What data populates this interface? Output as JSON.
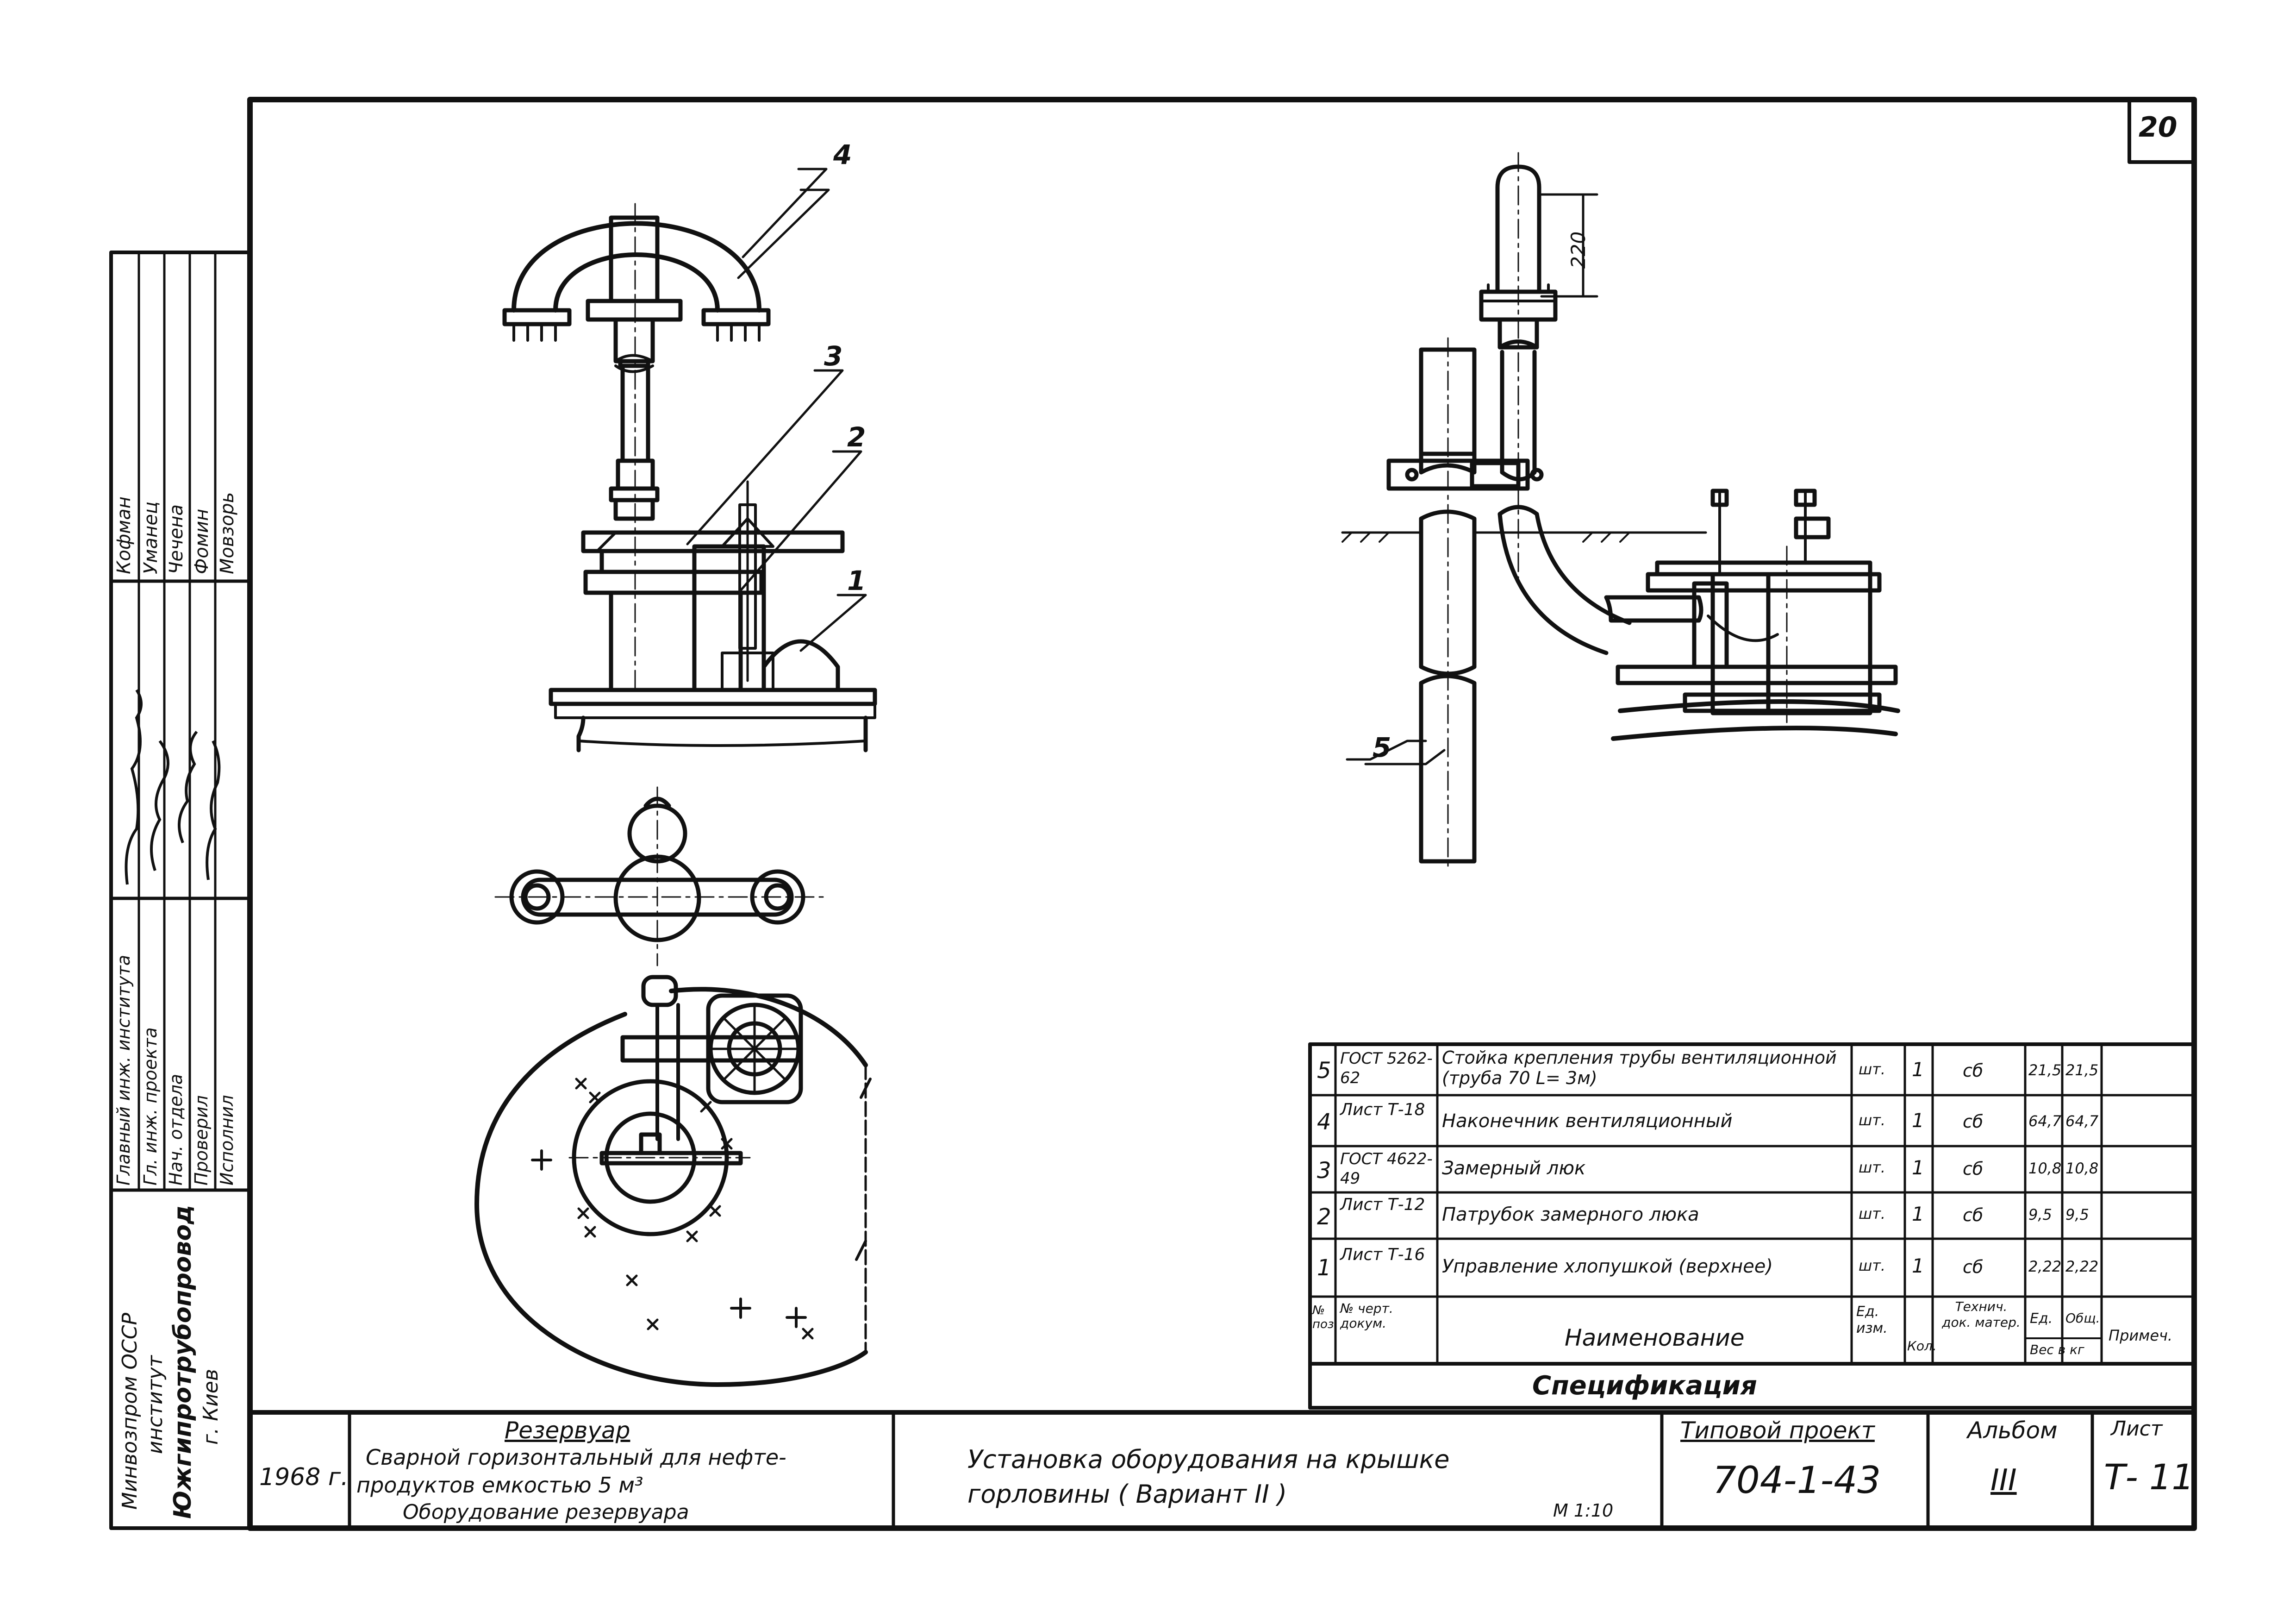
{
  "sheet_number": "20",
  "side_stamp": {
    "org": [
      "Минвозпром ОССР",
      "институт",
      "Южгипротрубопровод",
      "г. Киев"
    ],
    "roles": [
      "Главный инж. института",
      "Гл. инж. проекта",
      "Нач. отдела",
      "Проверил",
      "Исполнил"
    ],
    "names": [
      "Кофман",
      "Уманец",
      "Чечена",
      "Фомин",
      "Мовзорь"
    ]
  },
  "callouts": [
    "1",
    "2",
    "3",
    "4",
    "5"
  ],
  "dimension_label": "220",
  "spec_table": {
    "title": "Спецификация",
    "rows": [
      {
        "pos": "5",
        "doc": "ГОСТ 5262-62",
        "name": "Стойка крепления трубы вентиляционной (труба 70 L= 3м)",
        "unit": "шт.",
        "qty": "1",
        "tech": "сб",
        "w1": "21,5",
        "w2": "21,5"
      },
      {
        "pos": "4",
        "doc": "Лист Т-18",
        "name": "Наконечник вентиляционный",
        "unit": "шт.",
        "qty": "1",
        "tech": "сб",
        "w1": "64,7",
        "w2": "64,7"
      },
      {
        "pos": "3",
        "doc": "ГОСТ 4622-49",
        "name": "Замерный люк",
        "unit": "шт.",
        "qty": "1",
        "tech": "сб",
        "w1": "10,8",
        "w2": "10,8"
      },
      {
        "pos": "2",
        "doc": "Лист Т-12",
        "name": "Патрубок замерного люка",
        "unit": "шт.",
        "qty": "1",
        "tech": "сб",
        "w1": "9,5",
        "w2": "9,5"
      },
      {
        "pos": "1",
        "doc": "Лист Т-16",
        "name": "Управление хлопушкой (верхнее)",
        "unit": "шт.",
        "qty": "1",
        "tech": "сб",
        "w1": "2,22",
        "w2": "2,22"
      }
    ],
    "header": {
      "pos": "№ поз.",
      "doc": "№ черт. докум.",
      "name": "Наименование",
      "unit": "Ед. изм.",
      "qty": "Кол.",
      "tech": "Технич. док. матер.",
      "w": "Вес в кг",
      "w_sub": [
        "Ед.",
        "Общ."
      ],
      "note": "Примеч."
    }
  },
  "title_block": {
    "year": "1968 г.",
    "object": "Резервуар",
    "object_desc": [
      "Сварной горизонтальный для нефте-",
      "продуктов емкостью 5 м³",
      "Оборудование резервуара"
    ],
    "drawing_title": [
      "Установка оборудования на крышке",
      "горловины ( Вариант II )"
    ],
    "scale": "М 1:10",
    "project_label": "Типовой проект",
    "project_no": "704-1-43",
    "album_label": "Альбом",
    "album_no": "III",
    "sheet_label": "Лист",
    "sheet_no": "Т- 11"
  },
  "colors": {
    "ink": "#111111",
    "paper": "#ffffff"
  }
}
